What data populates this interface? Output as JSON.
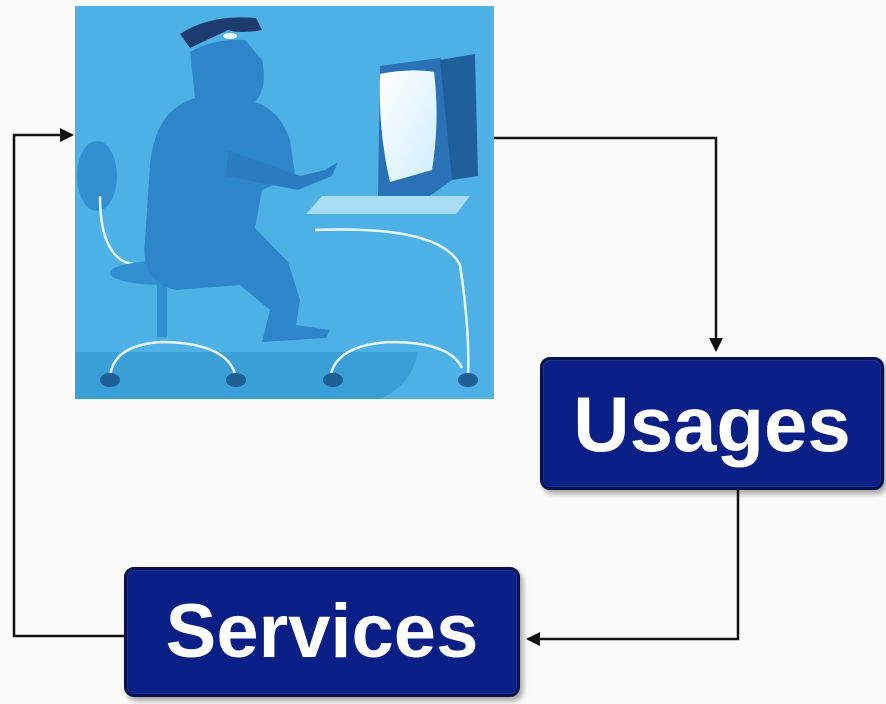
{
  "diagram": {
    "nodes": {
      "user": {
        "icon": "person-at-computer-icon"
      },
      "usages": {
        "label": "Usages"
      },
      "services": {
        "label": "Services"
      }
    },
    "edges": [
      {
        "from": "user",
        "to": "usages"
      },
      {
        "from": "usages",
        "to": "services"
      },
      {
        "from": "services",
        "to": "user"
      }
    ],
    "colors": {
      "box_fill": "#0a1f86",
      "box_border": "#06124f",
      "box_text": "#ffffff",
      "illustration_bg": "#4db1e6",
      "arrow": "#111111"
    }
  }
}
